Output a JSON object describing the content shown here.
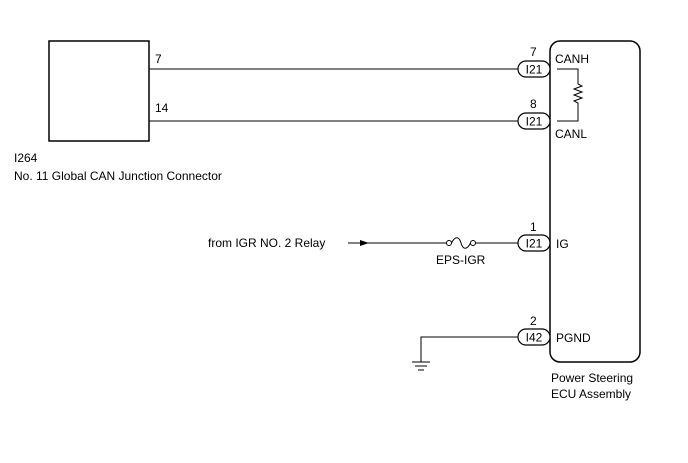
{
  "junction_connector": {
    "code": "I264",
    "name": "No. 11 Global CAN Junction Connector",
    "pins": [
      "7",
      "14"
    ]
  },
  "ecu": {
    "name_line1": "Power Steering",
    "name_line2": "ECU Assembly",
    "terminals": [
      {
        "pin": "7",
        "connector": "I21",
        "signal": "CANH"
      },
      {
        "pin": "8",
        "connector": "I21",
        "signal": "CANL"
      },
      {
        "pin": "1",
        "connector": "I21",
        "signal": "IG"
      },
      {
        "pin": "2",
        "connector": "I42",
        "signal": "PGND"
      }
    ]
  },
  "power_source": {
    "label": "from IGR NO. 2 Relay",
    "fuse": "EPS-IGR"
  },
  "icons": {
    "resistor": "resistor-icon",
    "fuse": "fuse-icon",
    "ground": "ground-icon",
    "arrow": "arrow-right-icon"
  }
}
